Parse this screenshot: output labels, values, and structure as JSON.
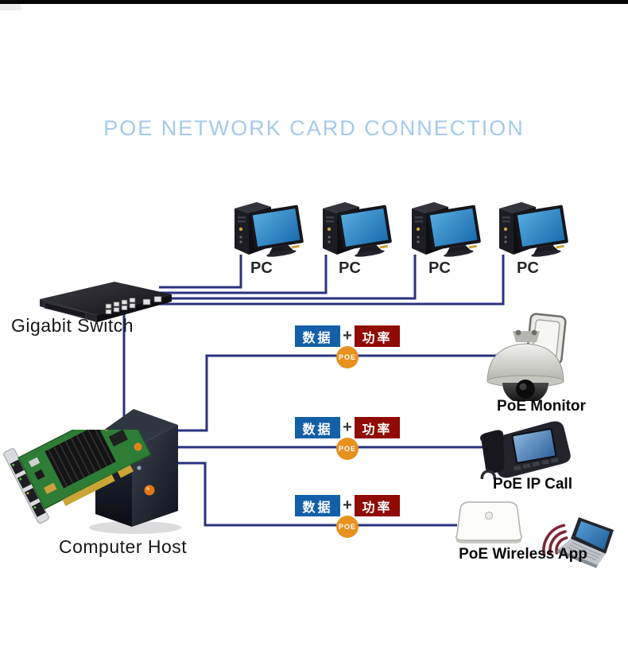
{
  "header": {
    "title": "POE NETWORK CARD CONNECTION"
  },
  "switch": {
    "label": "Gigabit Switch"
  },
  "host": {
    "label": "Computer Host"
  },
  "pcs": [
    {
      "label": "PC"
    },
    {
      "label": "PC"
    },
    {
      "label": "PC"
    },
    {
      "label": "PC"
    }
  ],
  "poe_rows": [
    {
      "data_label": "数据",
      "plus": "+",
      "power_label": "功率",
      "poe_label": "POE"
    },
    {
      "data_label": "数据",
      "plus": "+",
      "power_label": "功率",
      "poe_label": "POE"
    },
    {
      "data_label": "数据",
      "plus": "+",
      "power_label": "功率",
      "poe_label": "POE"
    }
  ],
  "devices": {
    "monitor": {
      "label": "PoE Monitor"
    },
    "ip_call": {
      "label": "PoE IP Call"
    },
    "wireless": {
      "label": "PoE Wireless App"
    }
  },
  "colors": {
    "title": "#a6c9ed",
    "data_badge": "#1460a8",
    "power_badge": "#900b04",
    "poe_circle": "#e8911f",
    "cable": "#2b327e"
  }
}
